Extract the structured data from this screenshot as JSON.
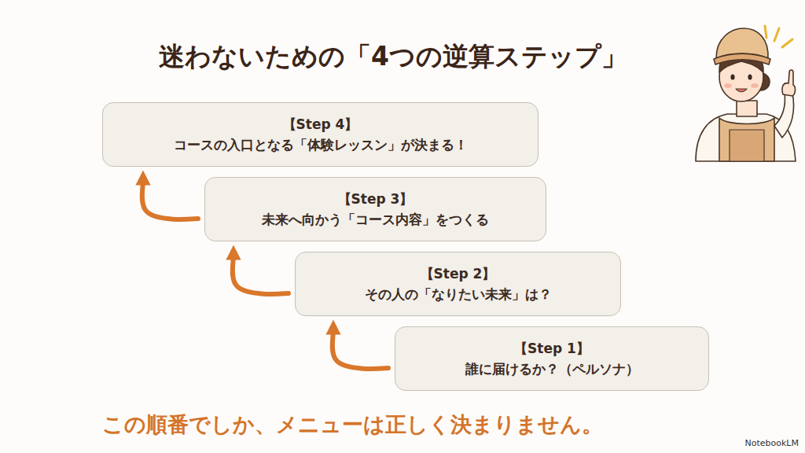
{
  "diagram": {
    "title": "迷わないための「4つの逆算ステップ」",
    "caption": "この順番でしか、メニューは正しく決まりません。",
    "nodes": [
      {
        "text": [
          "【Step 4】",
          "コースの入口となる「体験レッスン」が決まる！"
        ]
      },
      {
        "text": [
          "【Step 3】",
          "未来へ向かう「コース内容」をつくる"
        ]
      },
      {
        "text": [
          "【Step 2】",
          "その人の「なりたい未来」は？"
        ]
      },
      {
        "text": [
          "【Step 1】",
          "誰に届けるか？（ペルソナ）"
        ]
      }
    ],
    "edges": [
      {
        "from": 3,
        "to": 2,
        "arrow": "to"
      },
      {
        "from": 2,
        "to": 1,
        "arrow": "to"
      },
      {
        "from": 1,
        "to": 0,
        "arrow": "to"
      }
    ],
    "labels": [
      "NotebookLM"
    ]
  }
}
